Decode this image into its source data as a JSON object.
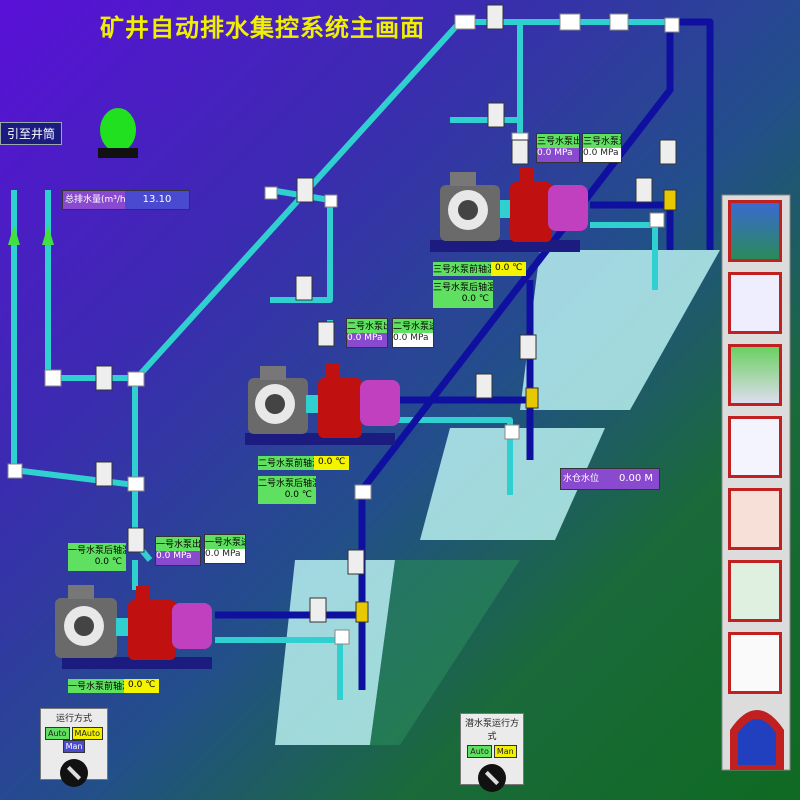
{
  "title": "矿井自动排水集控系统主画面",
  "outlet_label": "引至井筒",
  "total_flow": {
    "label": "总排水量(m³/h)",
    "value": "13.10"
  },
  "pump3": {
    "outlet_pressure": {
      "label": "三号水泵出口压力",
      "value": "0.0",
      "unit": "MPa"
    },
    "inlet_pressure": {
      "label": "三号水泵进口压力",
      "value": "0.0",
      "unit": "MPa"
    },
    "front_bearing": {
      "label": "三号水泵前轴温",
      "value": "0.0",
      "unit": "℃"
    },
    "rear_bearing": {
      "label": "三号水泵后轴温",
      "value": "0.0",
      "unit": "℃"
    }
  },
  "pump2": {
    "outlet_pressure": {
      "label": "二号水泵出口压力",
      "value": "0.0",
      "unit": "MPa"
    },
    "inlet_pressure": {
      "label": "二号水泵进口压力",
      "value": "0.0",
      "unit": "MPa"
    },
    "front_bearing": {
      "label": "二号水泵前轴温",
      "value": "0.0",
      "unit": "℃"
    },
    "rear_bearing": {
      "label": "二号水泵后轴温",
      "value": "0.0",
      "unit": "℃"
    }
  },
  "pump1": {
    "outlet_pressure": {
      "label": "一号水泵出口压力",
      "value": "0.0",
      "unit": "MPa"
    },
    "inlet_pressure": {
      "label": "一号水泵进口压力",
      "value": "0.0",
      "unit": "MPa"
    },
    "front_bearing": {
      "label": "一号水泵前轴温",
      "value": "0.0",
      "unit": "℃"
    },
    "rear_bearing": {
      "label": "一号水泵后轴温",
      "value": "0.0",
      "unit": "℃"
    }
  },
  "sump_level": {
    "label": "水仓水位",
    "value": "0.00",
    "unit": "M"
  },
  "mode_left": {
    "title": "运行方式",
    "auto": "Auto",
    "manual_auto": "MAuto",
    "manual": "Man"
  },
  "mode_right": {
    "title": "潜水泵运行方式",
    "auto": "Auto",
    "manual": "Man"
  },
  "colors": {
    "pipe_light": "#30d0d0",
    "pipe_dark": "#1010a0",
    "motor": "#666666",
    "pump": "#c01010"
  }
}
